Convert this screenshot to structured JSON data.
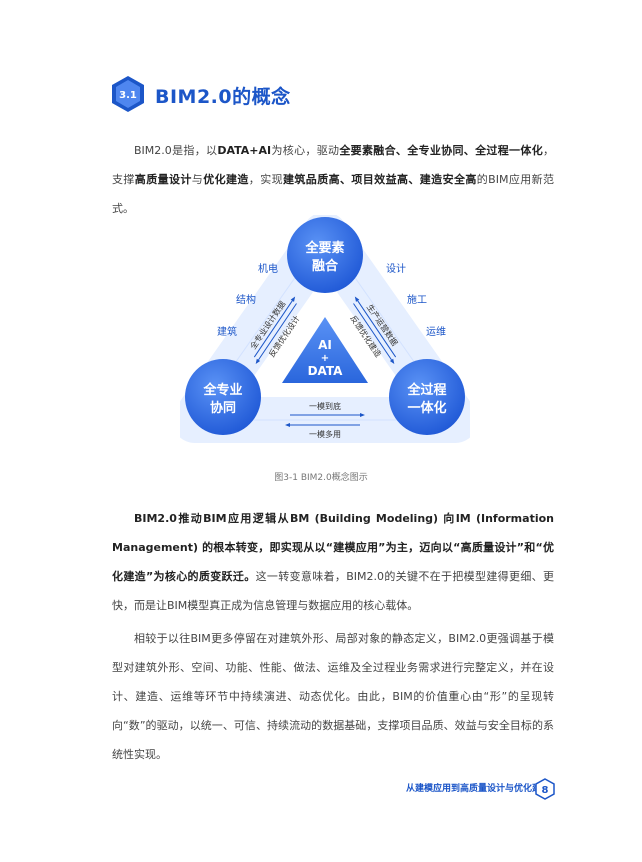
{
  "section": {
    "badge_number": "3.1",
    "title": "BIM2.0的概念"
  },
  "intro": {
    "t1": "BIM2.0是指，以",
    "b1": "DATA+AI",
    "t2": "为核心，驱动",
    "b2": "全要素融合、全专业协同、全过程一体化",
    "t3": "，支撑",
    "b3": "高质量设计",
    "t4": "与",
    "b4": "优化建造",
    "t5": "，实现",
    "b5": "建筑品质高、项目效益高、建造安全高",
    "t6": "的BIM应用新范式。"
  },
  "diagram": {
    "top_circle": [
      "全要素",
      "融合"
    ],
    "left_circle": [
      "全专业",
      "协同"
    ],
    "right_circle": [
      "全过程",
      "一体化"
    ],
    "center_triangle": [
      "AI",
      "+",
      "DATA"
    ],
    "left_outer_labels": [
      "机电",
      "结构",
      "建筑"
    ],
    "right_outer_labels": [
      "设计",
      "施工",
      "运维"
    ],
    "left_inner_labels": [
      "全专业设计数据",
      "反馈优化设计"
    ],
    "right_inner_labels": [
      "生产运营数据",
      "反馈优化建造"
    ],
    "bottom_labels": [
      "一模到底",
      "一模多用"
    ],
    "caption": "图3-1 BIM2.0概念图示"
  },
  "para2": {
    "b1": "BIM2.0推动BIM应用逻辑从BM (Building Modeling) 向IM (Information Management) 的根本转变，即实现从以“建模应用”为主，迈向以“高质量设计”和“优化建造”为核心的质变跃迁。",
    "t1": "这一转变意味着，BIM2.0的关键不在于把模型建得更细、更快，而是让BIM模型真正成为信息管理与数据应用的核心载体。"
  },
  "para3": "相较于以往BIM更多停留在对建筑外形、局部对象的静态定义，BIM2.0更强调基于模型对建筑外形、空间、功能、性能、做法、运维及全过程业务需求进行完整定义，并在设计、建造、运维等环节中持续演进、动态优化。由此，BIM的价值重心由“形”的呈现转向“数”的驱动，以统一、可信、持续流动的数据基础，支撑项目品质、效益与安全目标的系统性实现。",
  "footer": {
    "book_title": "从建模应用到高质量设计与优化建造",
    "page_number": "8"
  },
  "colors": {
    "primary_blue": "#1c56c8",
    "circle_blue": "#2f6fe6",
    "triangle_blue": "#3a7ee8",
    "band_light": "#e6efff"
  }
}
